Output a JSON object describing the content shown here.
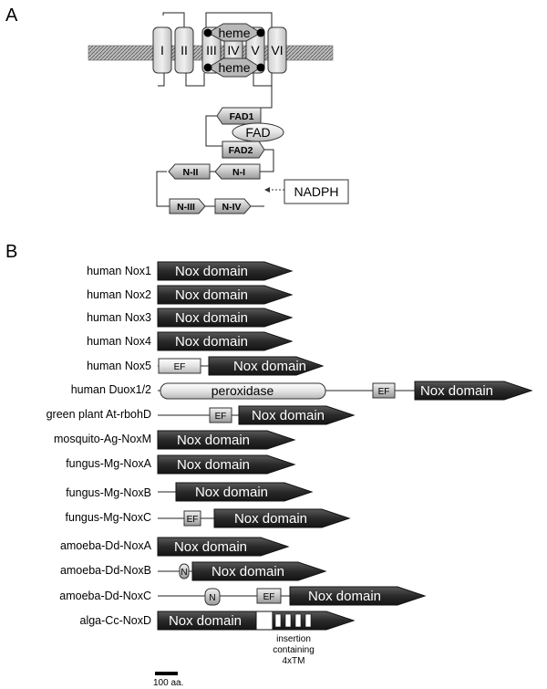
{
  "panel_a": {
    "letter": "A",
    "tm_labels": [
      "I",
      "II",
      "III",
      "IV",
      "V",
      "VI"
    ],
    "heme_labels": [
      "heme",
      "heme"
    ],
    "fad_labels": [
      "FAD1",
      "FAD",
      "FAD2"
    ],
    "nadph_labels": [
      "N-II",
      "N-I",
      "N-III",
      "N-IV"
    ],
    "nadph_box": "NADPH"
  },
  "panel_b": {
    "letter": "B",
    "domain_text": "Nox domain",
    "ef_text": "EF",
    "n_text": "N",
    "peroxidase_text": "peroxidase",
    "proteins": [
      {
        "organism": "human",
        "name": "Nox1"
      },
      {
        "organism": "human",
        "name": "Nox2"
      },
      {
        "organism": "human",
        "name": "Nox3"
      },
      {
        "organism": "human",
        "name": "Nox4"
      },
      {
        "organism": "human",
        "name": "Nox5"
      },
      {
        "organism": "human",
        "name": "Duox1/2"
      },
      {
        "organism": "green plant",
        "name": "At-rbohD"
      },
      {
        "organism": "mosquito",
        "name": "-Ag-NoxM"
      },
      {
        "organism": "fungus",
        "name": "-Mg-NoxA"
      },
      {
        "organism": "fungus",
        "name": "-Mg-NoxB"
      },
      {
        "organism": "fungus",
        "name": "-Mg-NoxC"
      },
      {
        "organism": "amoeba",
        "name": "-Dd-NoxA"
      },
      {
        "organism": "amoeba",
        "name": "-Dd-NoxB"
      },
      {
        "organism": "amoeba",
        "name": "-Dd-NoxC"
      },
      {
        "organism": "alga",
        "name": "-Cc-NoxD"
      }
    ],
    "insertion_note": [
      "insertion",
      "containing",
      "4xTM"
    ],
    "scale_label": "100 aa."
  }
}
